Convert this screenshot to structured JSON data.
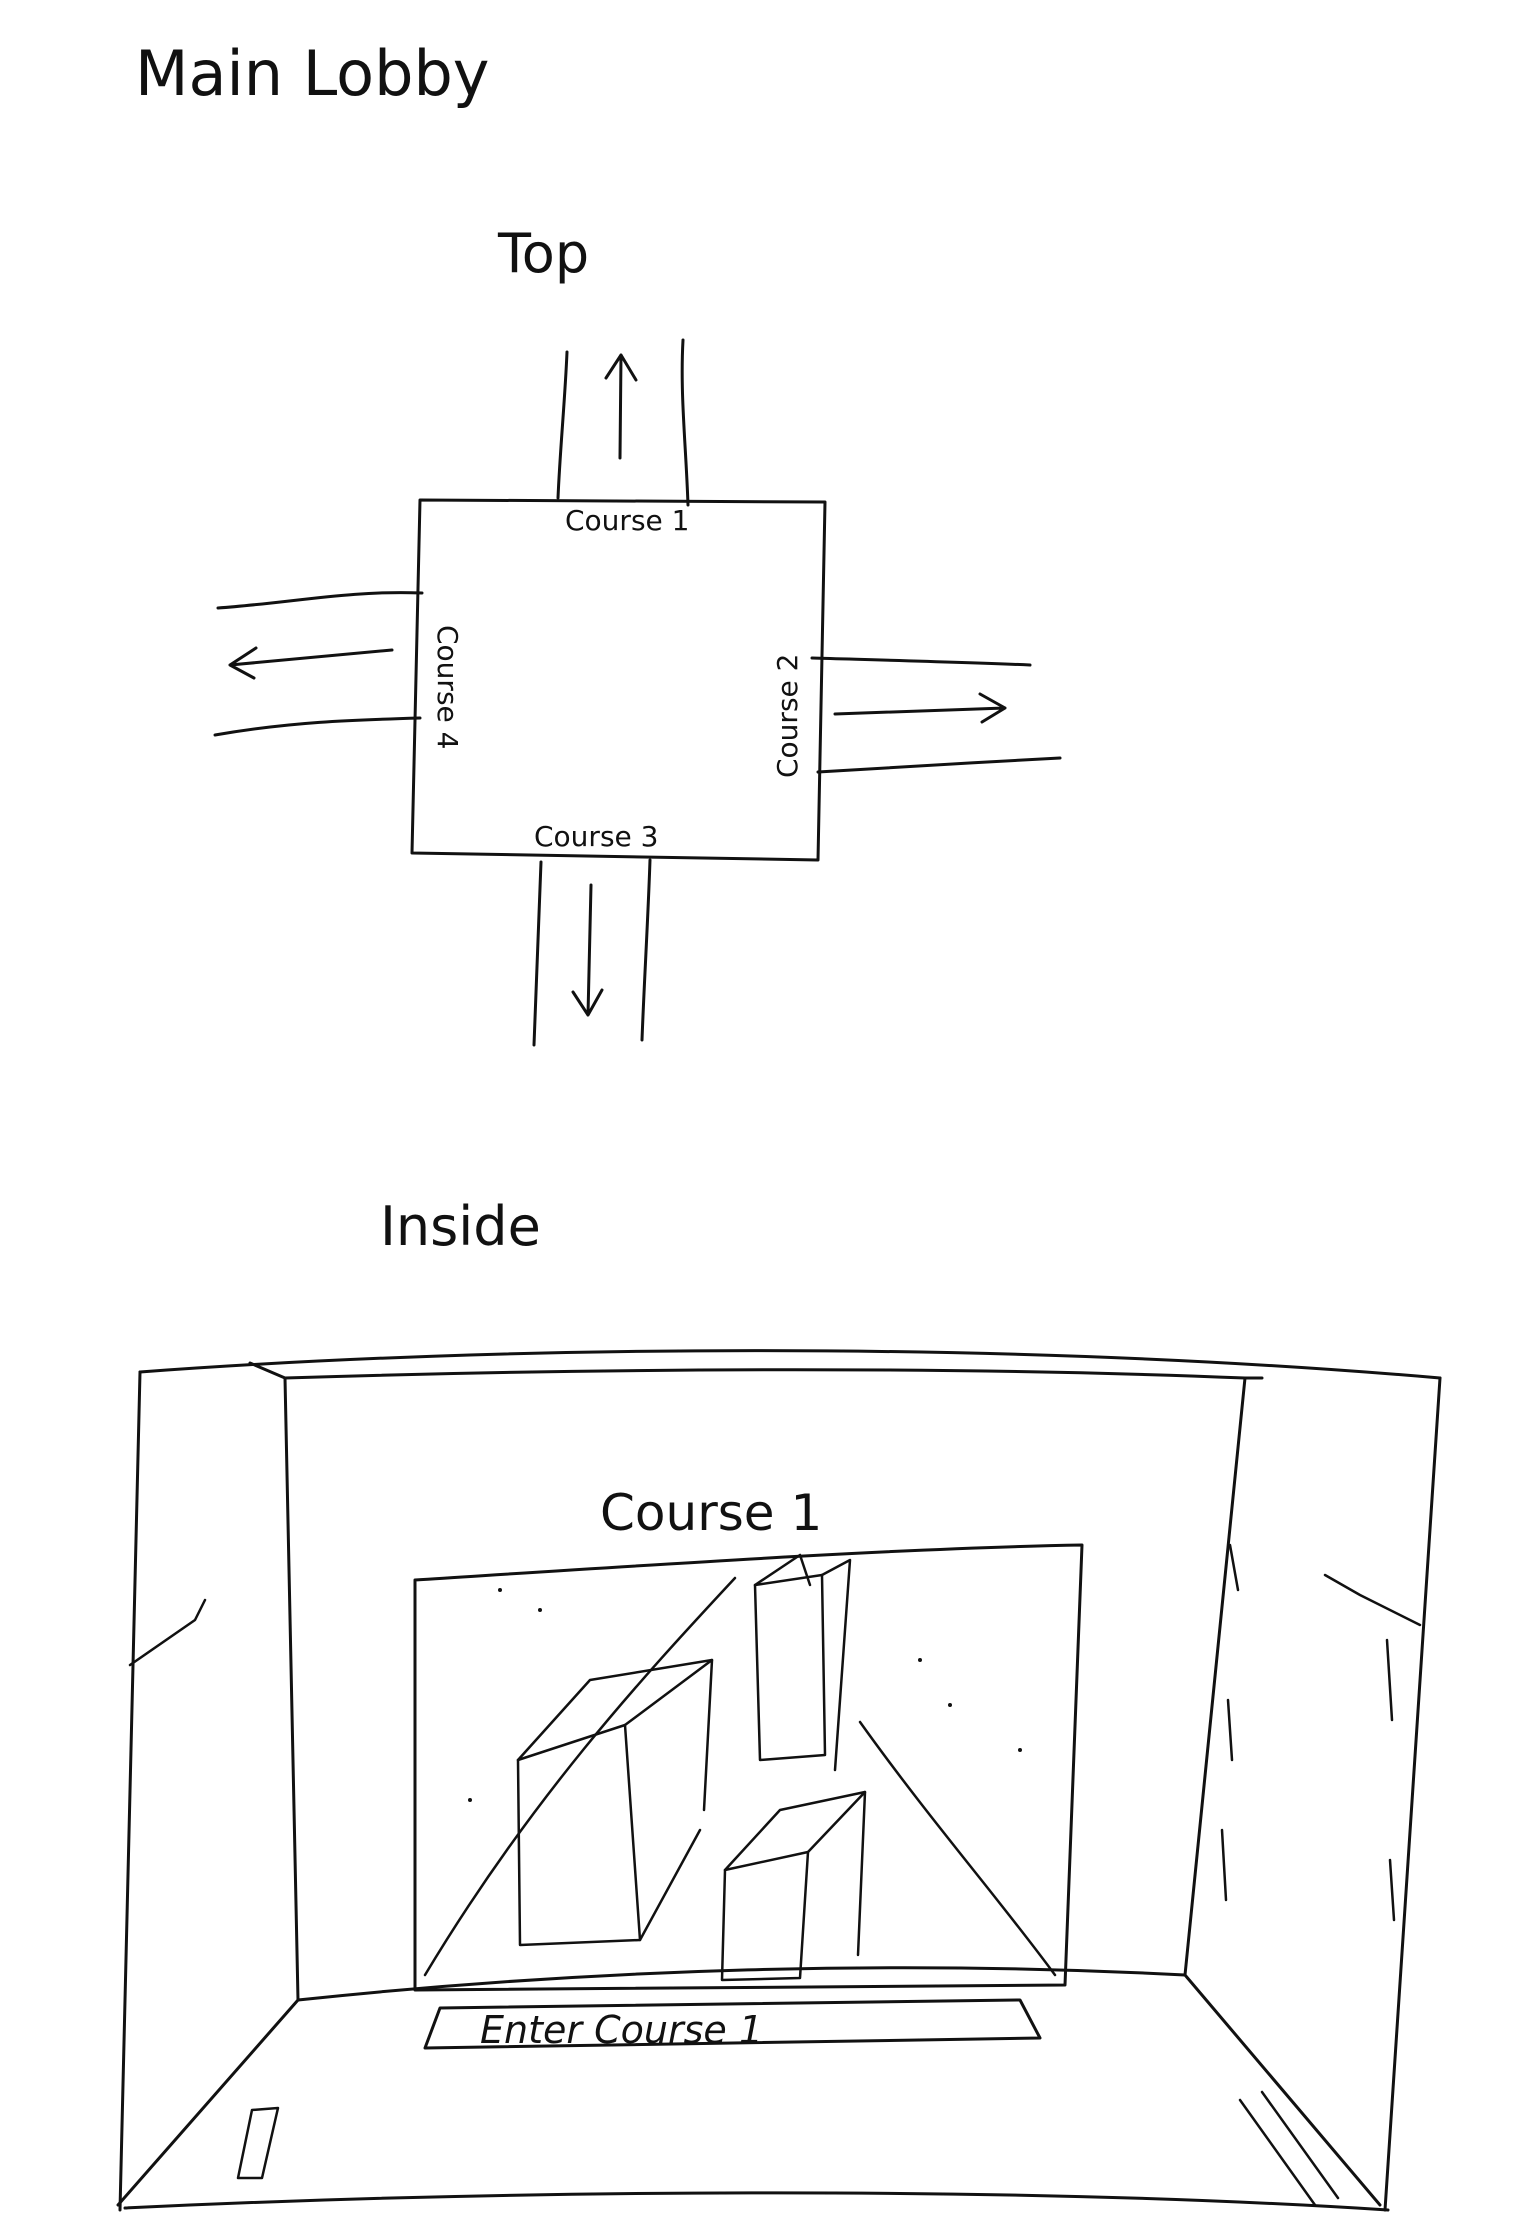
{
  "title": "Main Lobby",
  "top_view": {
    "heading": "Top",
    "labels": {
      "north": "Course 1",
      "east": "Course 2",
      "south": "Course 3",
      "west": "Course 4"
    }
  },
  "inside_view": {
    "heading": "Inside",
    "screen_title": "Course 1",
    "enter_button": "Enter Course 1"
  }
}
